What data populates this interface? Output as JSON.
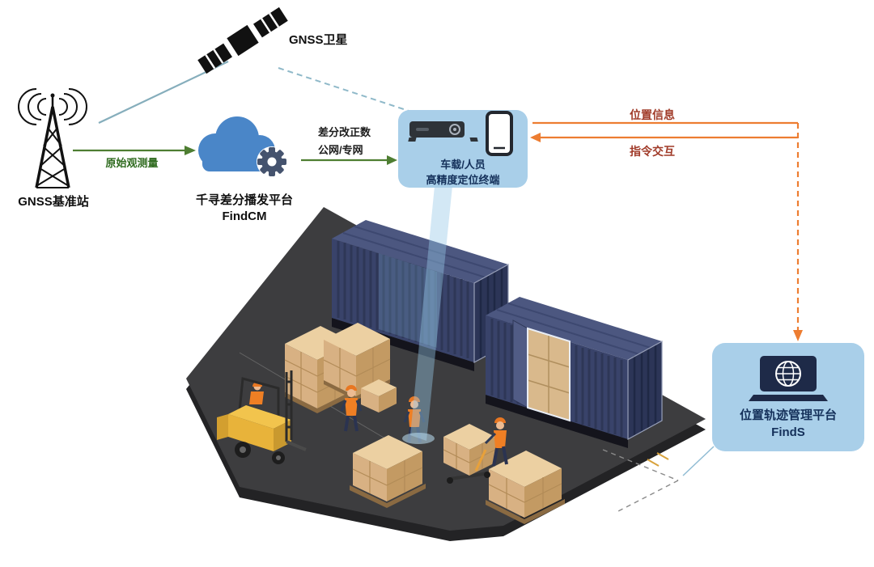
{
  "diagram": {
    "satellite_label": "GNSS卫星",
    "base_station_label": "GNSS基准站",
    "raw_observation_label": "原始观测量",
    "cloud_platform_name": "千寻差分播发平台",
    "cloud_platform_product": "FindCM",
    "correction_line1": "差分改正数",
    "correction_line2": "公网/专网",
    "terminal_line1": "车载/人员",
    "terminal_line2": "高精度定位终端",
    "position_info_label": "位置信息",
    "command_label": "指令交互",
    "platform_line1": "位置轨迹管理平台",
    "platform_line2": "FindS"
  },
  "colors": {
    "link_teal": "#86aebc",
    "arrow_green": "#4e7e32",
    "arrow_orange": "#ed7d31",
    "label_red": "#a03a28",
    "panel_blue": "#a9cfe9",
    "text_navy": "#14305a",
    "cloud_blue": "#4a86c8",
    "platform_ground": "#3d3d3f",
    "container_navy": "#39436a",
    "box_tan": "#d8b183"
  },
  "icons": {
    "satellite": "satellite-icon",
    "base_station": "antenna-tower-icon",
    "cloud": "cloud-gear-icon",
    "terminal_receiver": "receiver-device-icon",
    "terminal_phone": "smartphone-icon",
    "platform_laptop": "laptop-globe-icon"
  }
}
